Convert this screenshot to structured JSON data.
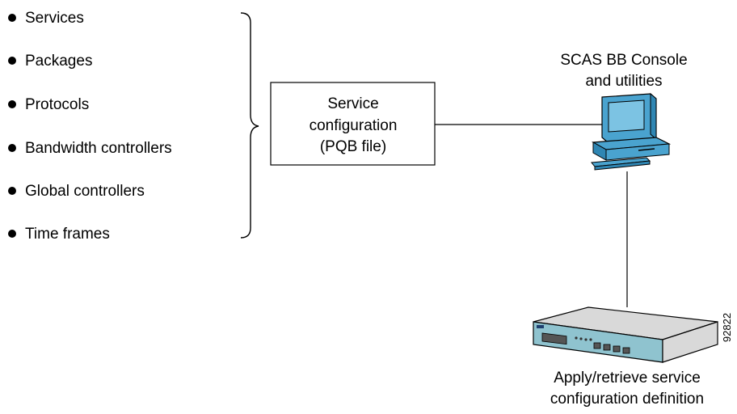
{
  "bullets": [
    "Services",
    "Packages",
    "Protocols",
    "Bandwidth controllers",
    "Global controllers",
    "Time frames"
  ],
  "config_box": {
    "line1": "Service",
    "line2": "configuration",
    "line3": "(PQB file)"
  },
  "console": {
    "line1": "SCAS BB Console",
    "line2": "and utilities"
  },
  "device": {
    "line1": "Apply/retrieve service",
    "line2": "configuration definition"
  },
  "figure_id": "92822",
  "colors": {
    "monitor_blue": "#4aa3cf",
    "device_teal": "#8fc3cf",
    "device_gray": "#d9d9d9",
    "line": "#000000"
  }
}
